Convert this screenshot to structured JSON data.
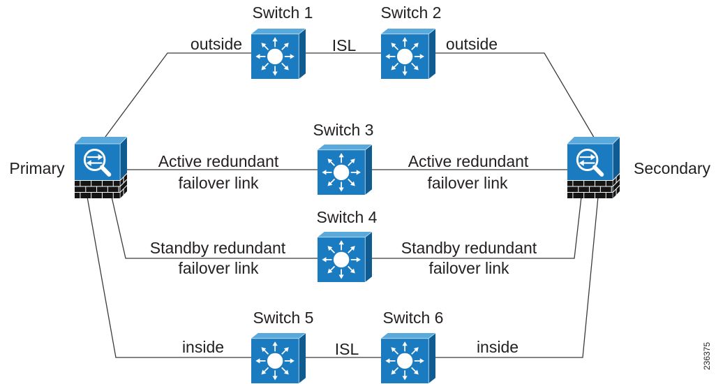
{
  "colors": {
    "device_front": "#1b7bc0",
    "device_top": "#5aa9dd",
    "device_side": "#0f5c93",
    "firewall_base": "#151515",
    "link_line": "#3a3a3a",
    "text": "#231f20"
  },
  "icons": {
    "switch": "layer3-switch-icon",
    "firewall": "firewall-icon"
  },
  "devices": {
    "primary": "Primary",
    "secondary": "Secondary"
  },
  "switches": [
    {
      "label": "Switch 1"
    },
    {
      "label": "Switch 2"
    },
    {
      "label": "Switch 3"
    },
    {
      "label": "Switch 4"
    },
    {
      "label": "Switch 5"
    },
    {
      "label": "Switch 6"
    }
  ],
  "links": {
    "outside": {
      "left_label": "outside",
      "isl_label": "ISL",
      "right_label": "outside"
    },
    "active": {
      "left": [
        "Active redundant",
        "failover link"
      ],
      "right": [
        "Active redundant",
        "failover link"
      ]
    },
    "standby": {
      "left": [
        "Standby redundant",
        "failover link"
      ],
      "right": [
        "Standby redundant",
        "failover link"
      ]
    },
    "inside": {
      "left_label": "inside",
      "isl_label": "ISL",
      "right_label": "inside"
    }
  },
  "figure_number": "236375"
}
